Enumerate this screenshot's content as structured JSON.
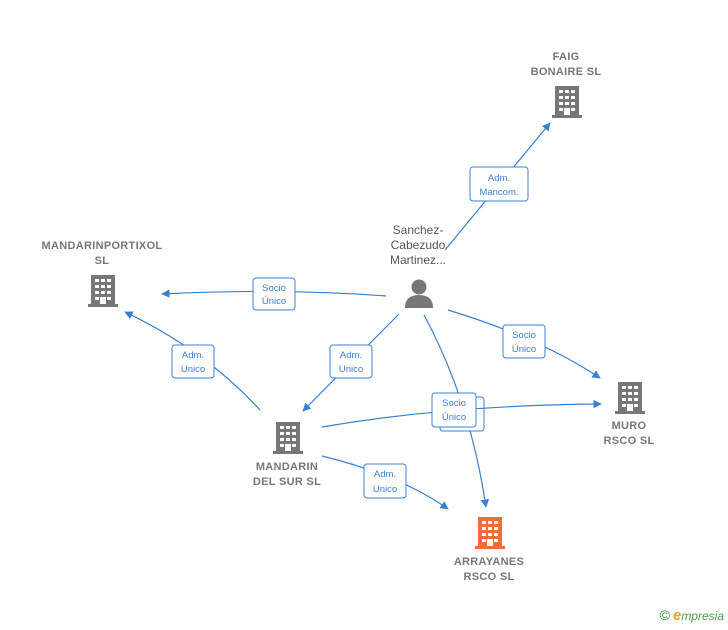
{
  "colors": {
    "edge": "#3b7fd0",
    "company": "#777777",
    "highlight": "#f26b3a",
    "person": "#777777"
  },
  "nodes": {
    "faig": {
      "lines": [
        "FAIG",
        "BONAIRE  SL"
      ],
      "icon": "building-icon"
    },
    "mandarinp": {
      "lines": [
        "MANDARINPORTIXOL",
        "SL"
      ],
      "icon": "building-icon"
    },
    "mandarin": {
      "lines": [
        "MANDARIN",
        "DEL SUR  SL"
      ],
      "icon": "building-icon"
    },
    "muro": {
      "lines": [
        "MURO",
        "RSCO  SL"
      ],
      "icon": "building-icon"
    },
    "arrayanes": {
      "lines": [
        "ARRAYANES",
        "RSCO  SL"
      ],
      "icon": "building-icon",
      "highlight": true
    },
    "person": {
      "lines": [
        "Sanchez-",
        "Cabezudo",
        "Martinez..."
      ],
      "icon": "person-icon"
    }
  },
  "edges": [
    {
      "id": "person-faig",
      "label": [
        "Adm.",
        "Mancom."
      ]
    },
    {
      "id": "person-mandarinp",
      "label": [
        "Socio",
        "Único"
      ]
    },
    {
      "id": "person-mandarin",
      "label": [
        "Adm.",
        "Unico"
      ]
    },
    {
      "id": "person-muro",
      "label": [
        "Socio",
        "Único"
      ]
    },
    {
      "id": "person-arrayanes",
      "label": [
        "Socio",
        "Único"
      ]
    },
    {
      "id": "mandarin-mandarinp",
      "label": [
        "Adm.",
        "Unico"
      ]
    },
    {
      "id": "mandarin-muro",
      "label": [
        "Socio",
        "Único"
      ]
    },
    {
      "id": "mandarin-arrayanes",
      "label": [
        "Adm.",
        "Unico"
      ]
    }
  ],
  "footer": {
    "copyright": "©",
    "brand_first": "e",
    "brand_rest": "mpresia"
  }
}
